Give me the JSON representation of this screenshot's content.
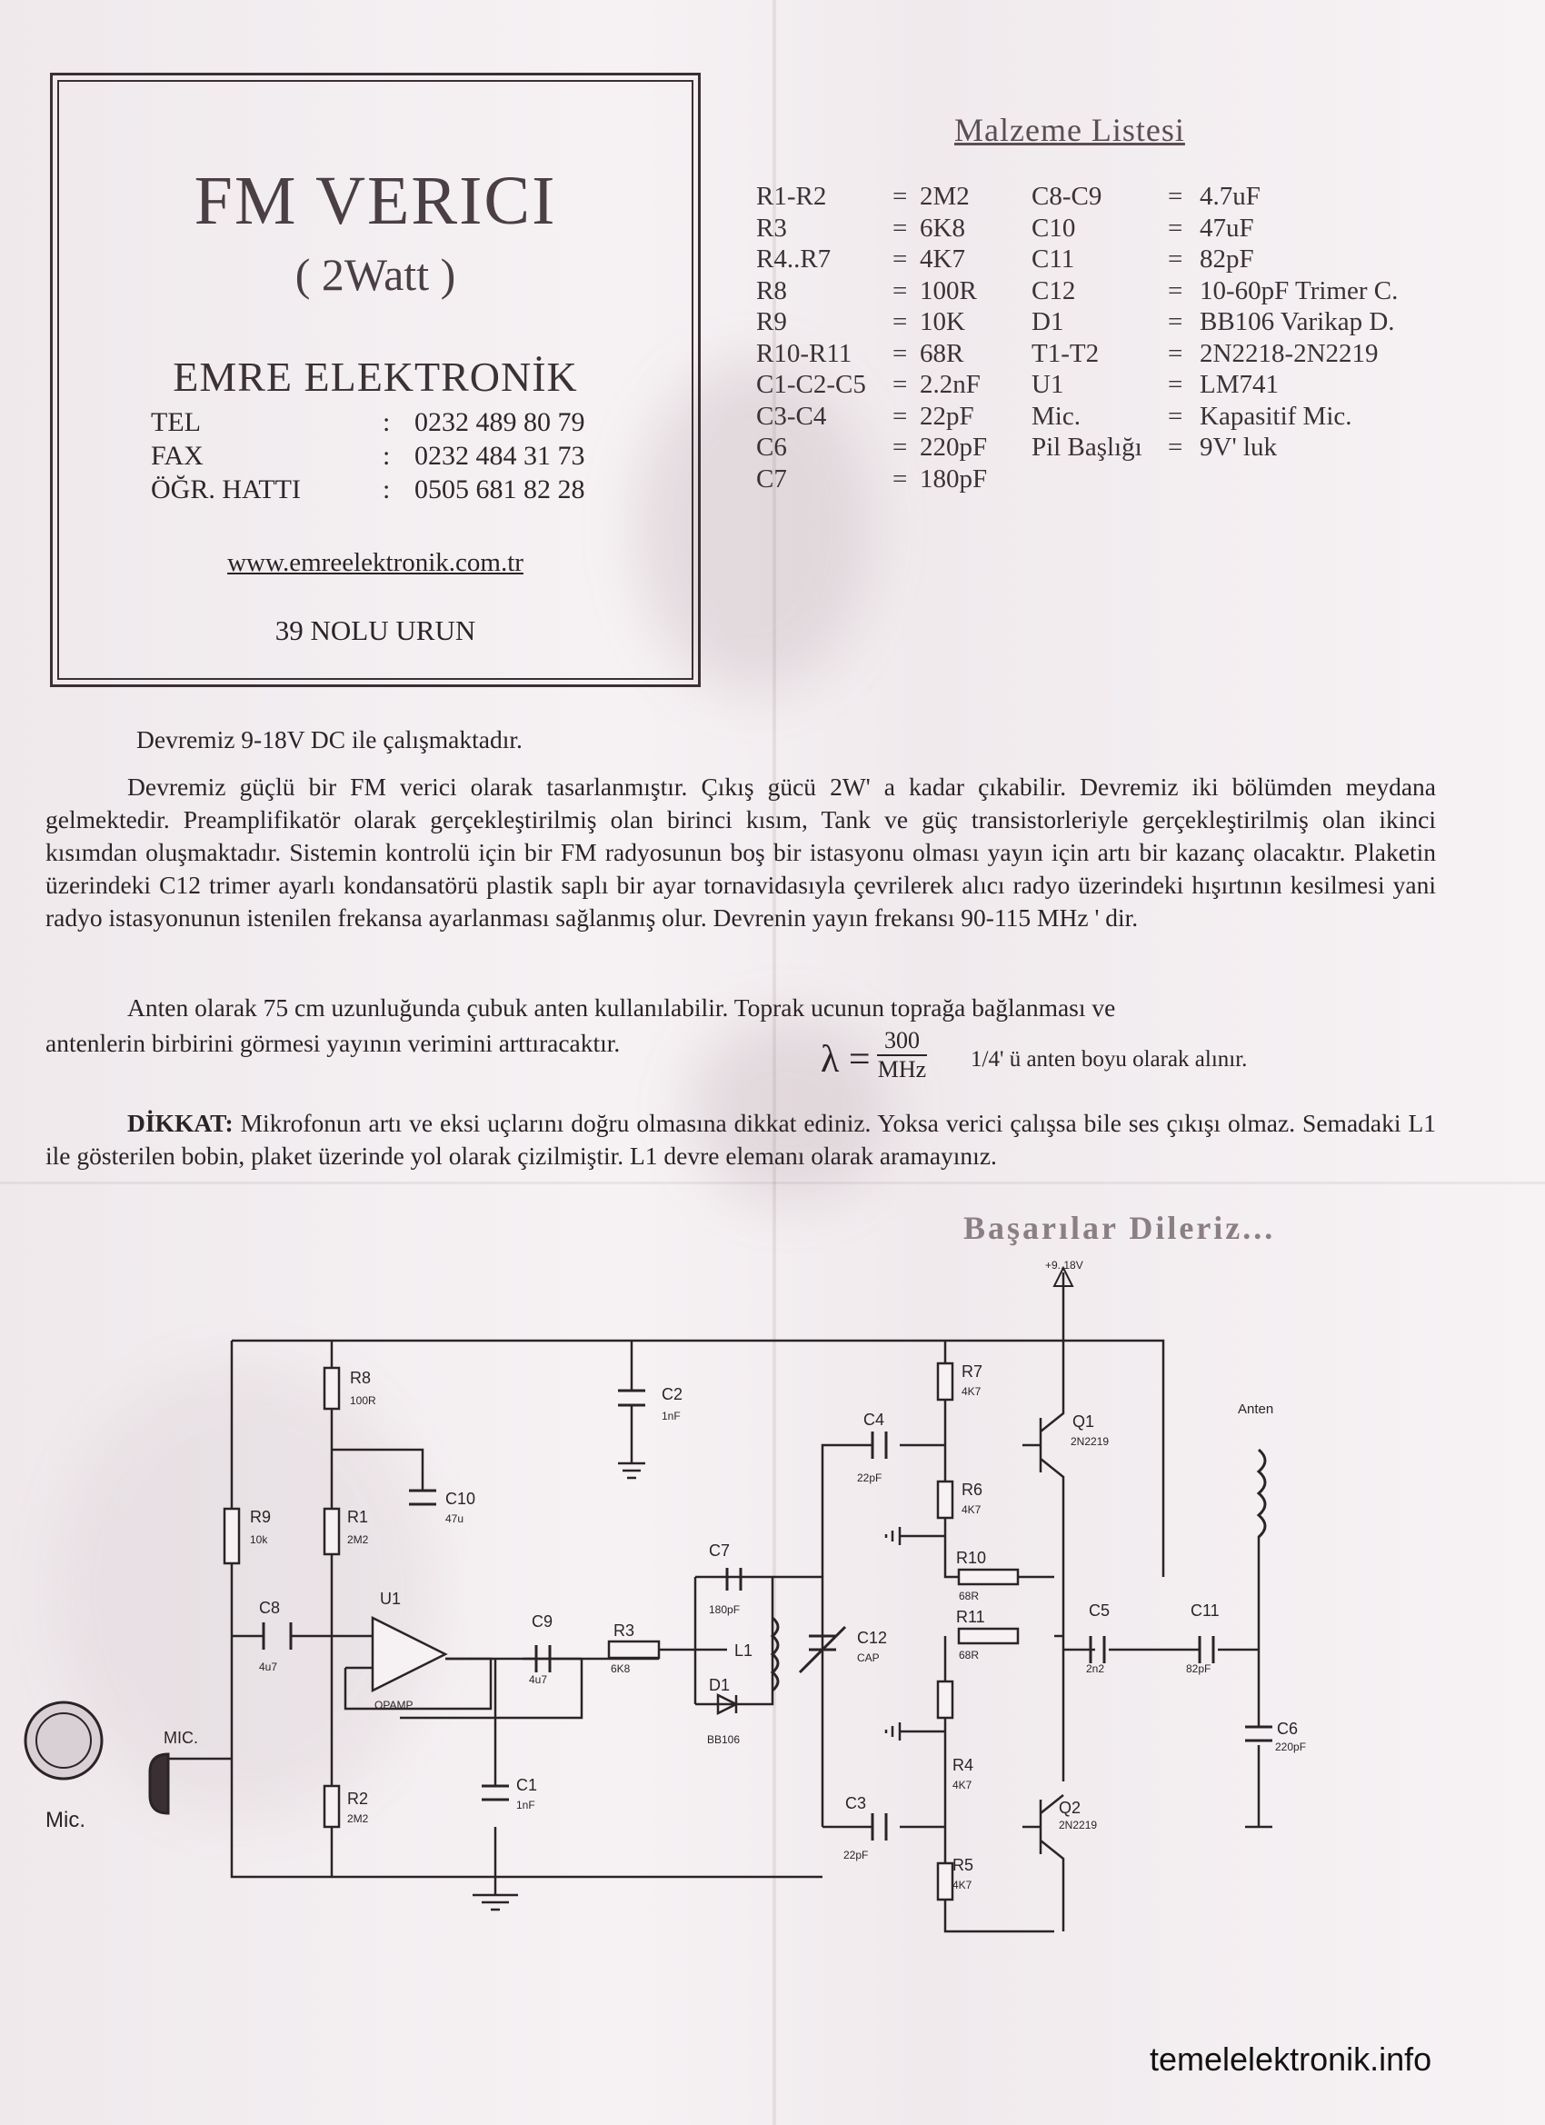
{
  "header": {
    "title": "FM VERICI",
    "subtitle": "( 2Watt )",
    "company": "EMRE ELEKTRONİK",
    "contacts": [
      {
        "label": "TEL",
        "sep": ":",
        "value": "0232 489 80 79"
      },
      {
        "label": "FAX",
        "sep": ":",
        "value": "0232 484 31 73"
      },
      {
        "label": "ÖĞR. HATTI",
        "sep": ":",
        "value": "0505 681 82 28"
      }
    ],
    "website": "www.emreelektronik.com.tr",
    "product": "39 NOLU URUN"
  },
  "parts_list": {
    "title": "Malzeme Listesi",
    "left": [
      {
        "name": "R1-R2",
        "value": "2M2"
      },
      {
        "name": "R3",
        "value": "6K8"
      },
      {
        "name": "R4..R7",
        "value": "4K7"
      },
      {
        "name": "R8",
        "value": "100R"
      },
      {
        "name": "R9",
        "value": "10K"
      },
      {
        "name": "R10-R11",
        "value": "68R"
      },
      {
        "name": "C1-C2-C5",
        "value": "2.2nF"
      },
      {
        "name": "C3-C4",
        "value": "22pF"
      },
      {
        "name": "C6",
        "value": "220pF"
      },
      {
        "name": "C7",
        "value": "180pF"
      }
    ],
    "right": [
      {
        "name": "C8-C9",
        "value": "4.7uF"
      },
      {
        "name": "C10",
        "value": "47uF"
      },
      {
        "name": "C11",
        "value": "82pF"
      },
      {
        "name": "C12",
        "value": "10-60pF Trimer C."
      },
      {
        "name": "D1",
        "value": "BB106 Varikap D."
      },
      {
        "name": "T1-T2",
        "value": "2N2218-2N2219"
      },
      {
        "name": "U1",
        "value": "LM741"
      },
      {
        "name": "Mic.",
        "value": "Kapasitif Mic."
      },
      {
        "name": "Pil Başlığı",
        "value": "9V' luk"
      }
    ]
  },
  "body": {
    "supply": "Devremiz 9-18V DC ile çalışmaktadır.",
    "para1": "Devremiz güçlü bir FM verici olarak tasarlanmıştır. Çıkış gücü 2W' a kadar çıkabilir. Devremiz iki bölümden meydana gelmektedir. Preamplifikatör olarak gerçekleştirilmiş olan birinci kısım, Tank ve güç transistorleriyle gerçekleştirilmiş olan ikinci kısımdan oluşmaktadır. Sistemin kontrolü için bir FM radyosunun boş bir istasyonu olması yayın için artı bir kazanç olacaktır. Plaketin üzerindeki C12 trimer ayarlı kondansatörü plastik saplı bir ayar tornavidasıyla çevrilerek alıcı radyo üzerindeki hışırtının kesilmesi yani radyo istasyonunun istenilen frekansa ayarlanması sağlanmış olur. Devrenin yayın frekansı 90-115 MHz ' dir.",
    "antenna1": "Anten olarak 75 cm uzunluğunda çubuk anten kullanılabilir. Toprak ucunun toprağa bağlanması ve",
    "antenna2": "antenlerin birbirini görmesi yayının verimini arttıracaktır.",
    "formula": {
      "lambda": "λ =",
      "numerator": "300",
      "denominator": "MHz",
      "note": "1/4' ü anten boyu olarak alınır."
    },
    "warning_label": "DİKKAT:",
    "warning": "Mikrofonun artı ve eksi uçlarını doğru olmasına dikkat ediniz. Yoksa verici çalışsa bile ses çıkışı olmaz. Semadaki L1 ile gösterilen bobin, plaket üzerinde yol olarak çizilmiştir. L1 devre elemanı olarak aramayınız.",
    "greeting": "Başarılar Dileriz..."
  },
  "schematic": {
    "supply": "+9..18V",
    "antenna": "Anten",
    "mic_label": "MIC.",
    "mic_caption": "Mic.",
    "components": {
      "R8": "100R",
      "R9": "10k",
      "R1": "2M2",
      "R2": "2M2",
      "C10": "47u",
      "C2": "1nF",
      "C8": "4u7",
      "U1": "OPAMP",
      "C9": "4u7",
      "R3": "6K8",
      "C1": "1nF",
      "C7": "180pF",
      "L1": "",
      "D1": "BB106",
      "C12": "CAP",
      "C4": "22pF",
      "R7": "4K7",
      "R6": "4K7",
      "R10": "68R",
      "R11": "68R",
      "R4": "4K7",
      "R5": "4K7",
      "C3": "22pF",
      "Q1": "2N2219",
      "Q2": "2N2219",
      "C5": "2n2",
      "C11": "82pF",
      "C6": "220pF"
    }
  },
  "footer": {
    "site": "temelelektronik.info"
  }
}
